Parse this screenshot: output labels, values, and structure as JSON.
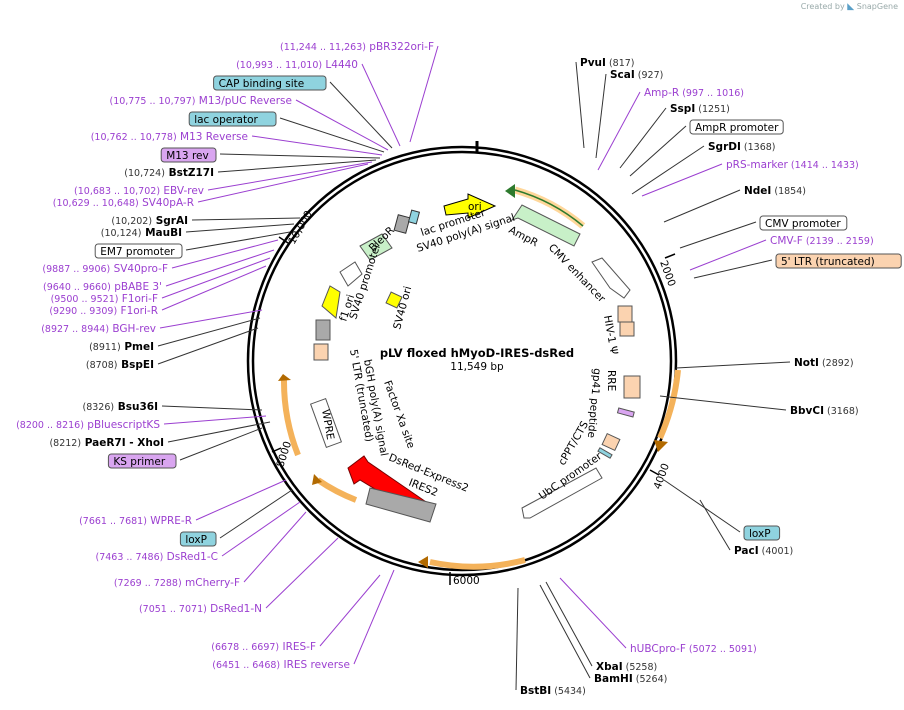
{
  "plasmid": {
    "name": "pLV floxed hMyoD-IRES-dsRed",
    "length_text": "11,549 bp",
    "total_bp": 11549
  },
  "watermark": {
    "prefix": "Created by",
    "brand": "SnapGene"
  },
  "ticks": [
    "2000",
    "4000",
    "6000",
    "8000",
    "10,000"
  ],
  "colors": {
    "primer": "#9b3fd0",
    "ori": "#ffff00",
    "amp": "#c8f0c8",
    "red": "#ff0000",
    "gray": "#a9a9a9",
    "orange_arrow": "#f4b25a",
    "ltr": "#fbd3b0",
    "box_blue": "#8fd3df",
    "box_purple": "#d9a5f0"
  },
  "labels_top_left": [
    {
      "text": "pBR322ori-F",
      "coord": "(11,244 .. 11,263)",
      "kind": "primer"
    },
    {
      "text": "L4440",
      "coord": "(10,993 .. 11,010)",
      "kind": "primer"
    },
    {
      "text": "CAP binding site",
      "kind": "box_blue"
    },
    {
      "text": "M13/pUC Reverse",
      "coord": "(10,775 .. 10,797)",
      "kind": "primer"
    },
    {
      "text": "lac operator",
      "kind": "box_blue"
    },
    {
      "text": "M13 Reverse",
      "coord": "(10,762 .. 10,778)",
      "kind": "primer"
    },
    {
      "text": "M13 rev",
      "kind": "box_purple"
    },
    {
      "text": "BstZ17I",
      "coord": "(10,724)",
      "kind": "enzyme"
    },
    {
      "text": "EBV-rev",
      "coord": "(10,683 .. 10,702)",
      "kind": "primer"
    },
    {
      "text": "SV40pA-R",
      "coord": "(10,629 .. 10,648)",
      "kind": "primer"
    },
    {
      "text": "SgrAI",
      "coord": "(10,202)",
      "kind": "enzyme"
    },
    {
      "text": "MauBI",
      "coord": "(10,124)",
      "kind": "enzyme"
    },
    {
      "text": "EM7 promoter",
      "kind": "box_white"
    },
    {
      "text": "SV40pro-F",
      "coord": "(9887 .. 9906)",
      "kind": "primer"
    },
    {
      "text": "pBABE 3'",
      "coord": "(9640 .. 9660)",
      "kind": "primer"
    },
    {
      "text": "F1ori-F",
      "coord": "(9500 .. 9521)",
      "kind": "primer"
    },
    {
      "text": "F1ori-R",
      "coord": "(9290 .. 9309)",
      "kind": "primer"
    },
    {
      "text": "BGH-rev",
      "coord": "(8927 .. 8944)",
      "kind": "primer"
    },
    {
      "text": "PmeI",
      "coord": "(8911)",
      "kind": "enzyme"
    },
    {
      "text": "BspEI",
      "coord": "(8708)",
      "kind": "enzyme"
    },
    {
      "text": "Bsu36I",
      "coord": "(8326)",
      "kind": "enzyme"
    },
    {
      "text": "pBluescriptKS",
      "coord": "(8200 .. 8216)",
      "kind": "primer"
    },
    {
      "text": "PaeR7I",
      "coord": "(8212)",
      "extra": "- XhoI",
      "kind": "enzyme"
    },
    {
      "text": "KS primer",
      "kind": "box_purple"
    },
    {
      "text": "WPRE-R",
      "coord": "(7661 .. 7681)",
      "kind": "primer"
    },
    {
      "text": "loxP",
      "kind": "box_blue"
    },
    {
      "text": "DsRed1-C",
      "coord": "(7463 .. 7486)",
      "kind": "primer"
    },
    {
      "text": "mCherry-F",
      "coord": "(7269 .. 7288)",
      "kind": "primer"
    },
    {
      "text": "DsRed1-N",
      "coord": "(7051 .. 7071)",
      "kind": "primer"
    },
    {
      "text": "IRES-F",
      "coord": "(6678 .. 6697)",
      "kind": "primer"
    },
    {
      "text": "IRES reverse",
      "coord": "(6451 .. 6468)",
      "kind": "primer"
    }
  ],
  "labels_right": [
    {
      "text": "PvuI",
      "coord": "(817)",
      "kind": "enzyme"
    },
    {
      "text": "ScaI",
      "coord": "(927)",
      "kind": "enzyme"
    },
    {
      "text": "Amp-R",
      "coord": "(997 .. 1016)",
      "kind": "primer"
    },
    {
      "text": "SspI",
      "coord": "(1251)",
      "kind": "enzyme"
    },
    {
      "text": "AmpR promoter",
      "kind": "box_white"
    },
    {
      "text": "SgrDI",
      "coord": "(1368)",
      "kind": "enzyme"
    },
    {
      "text": "pRS-marker",
      "coord": "(1414 .. 1433)",
      "kind": "primer"
    },
    {
      "text": "NdeI",
      "coord": "(1854)",
      "kind": "enzyme"
    },
    {
      "text": "CMV promoter",
      "kind": "box_white"
    },
    {
      "text": "CMV-F",
      "coord": "(2139 .. 2159)",
      "kind": "primer"
    },
    {
      "text": "5' LTR (truncated)",
      "kind": "box_ltr"
    },
    {
      "text": "NotI",
      "coord": "(2892)",
      "kind": "enzyme"
    },
    {
      "text": "BbvCI",
      "coord": "(3168)",
      "kind": "enzyme"
    },
    {
      "text": "loxP",
      "kind": "box_blue"
    },
    {
      "text": "PacI",
      "coord": "(4001)",
      "kind": "enzyme"
    },
    {
      "text": "hUBCpro-F",
      "coord": "(5072 .. 5091)",
      "kind": "primer"
    },
    {
      "text": "XbaI",
      "coord": "(5258)",
      "kind": "enzyme"
    },
    {
      "text": "BamHI",
      "coord": "(5264)",
      "kind": "enzyme"
    },
    {
      "text": "BstBI",
      "coord": "(5434)",
      "kind": "enzyme"
    }
  ],
  "inner_features": [
    "ori",
    "lac promoter",
    "SV40 poly(A) signal",
    "AmpR",
    "CMV enhancer",
    "BleoR",
    "SV40 promoter",
    "f1 ori",
    "SV40 ori",
    "HIV-1 Ψ",
    "RRE",
    "gp41 peptide",
    "cPPT/CTS",
    "UbC promoter",
    "bGH poly(A) signal",
    "5' LTR (truncated)",
    "Factor Xa site",
    "WPRE",
    "DsRed-Express2",
    "IRES2"
  ]
}
